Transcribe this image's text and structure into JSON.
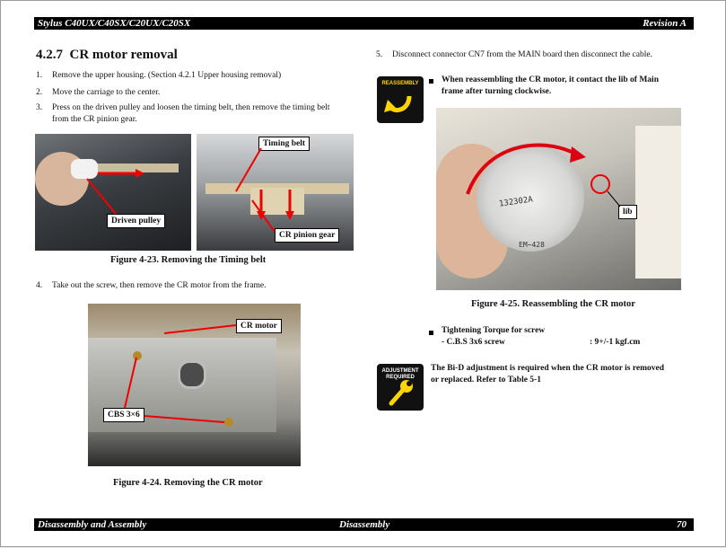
{
  "header": {
    "left": "Stylus C40UX/C40SX/C20UX/C20SX",
    "right": "Revision A"
  },
  "footer": {
    "left": "Disassembly and Assembly",
    "center": "Disassembly",
    "right": "70"
  },
  "section": {
    "number": "4.2.7",
    "title": "CR motor removal"
  },
  "steps": [
    {
      "n": "1.",
      "text": "Remove the upper housing. (Section 4.2.1 Upper housing removal)"
    },
    {
      "n": "2.",
      "text": "Move the carriage to the center."
    },
    {
      "n": "3.",
      "text": "Press on the driven pulley and loosen the timing belt, then remove the timing belt",
      "text2": "from the CR pinion gear."
    },
    {
      "n": "4.",
      "text": "Take out the screw, then remove the CR motor from the frame."
    },
    {
      "n": "5.",
      "text": "Disconnect connector CN7 from the MAIN board then disconnect the cable."
    }
  ],
  "figures": {
    "f23": {
      "caption": "Figure 4-23.  Removing the Timing belt",
      "labels": {
        "driven_pulley": "Driven pulley",
        "timing_belt": "Timing belt",
        "cr_pinion": "CR pinion gear"
      }
    },
    "f24": {
      "caption": "Figure 4-24.  Removing the CR motor",
      "labels": {
        "cr_motor": "CR motor",
        "cbs": "CBS 3×6"
      }
    },
    "f25": {
      "caption": "Figure 4-25.  Reassembling the CR motor",
      "labels": {
        "lib": "lib",
        "code1": "132302A",
        "code2": "EM−428"
      }
    }
  },
  "reassembly": {
    "badge": "REASSEMBLY",
    "line1": "When reassembling the CR motor, it contact the lib of Main",
    "line2": "frame after turning clockwise."
  },
  "torque": {
    "title": "Tightening Torque for screw",
    "item": "- C.B.S 3x6 screw",
    "value": ": 9+/-1 kgf.cm"
  },
  "adjustment": {
    "badge1": "ADJUSTMENT",
    "badge2": "REQUIRED",
    "line1": "The Bi-D adjustment is required when the CR motor is removed",
    "line2": "or replaced. Refer to Table 5-1"
  }
}
